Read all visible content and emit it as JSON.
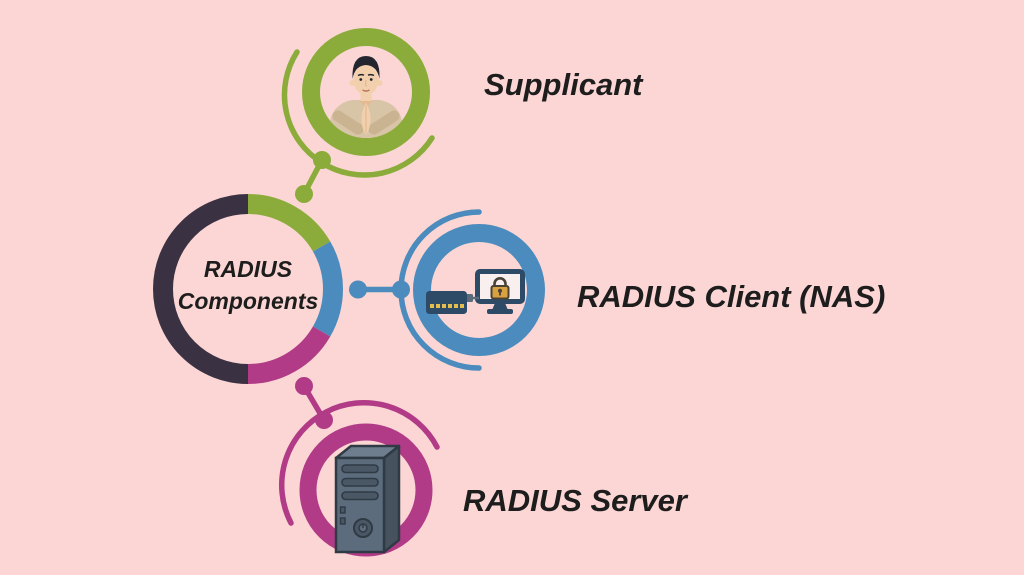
{
  "title": "RADIUS Components",
  "hub": {
    "line1": "RADIUS",
    "line2": "Components"
  },
  "nodes": [
    {
      "id": "supplicant",
      "label": "Supplicant",
      "color": "#8bac3b"
    },
    {
      "id": "radius-client",
      "label": "RADIUS Client (NAS)",
      "color": "#4b8bbd"
    },
    {
      "id": "radius-server",
      "label": "RADIUS Server",
      "color": "#b13b86"
    }
  ],
  "icons": [
    {
      "node": "supplicant",
      "name": "praying-person-icon"
    },
    {
      "node": "radius-client",
      "name": "switch-monitor-padlock-icon"
    },
    {
      "node": "radius-server",
      "name": "server-tower-icon"
    }
  ],
  "colors": {
    "background": "#fbd6d4",
    "text": "#1d1d1d",
    "hub-dark": "#3a3142",
    "green": "#8bac3b",
    "blue": "#4b8bbd",
    "magenta": "#b13b86",
    "skin": "#f2d0ae",
    "skin-shade": "#e3bb92",
    "hair": "#23262e",
    "shirt": "#d8c4a6",
    "shirt-shade": "#c9b391",
    "device-blue": "#2d4a66",
    "screen": "#f8efee",
    "gold": "#d9a13f",
    "port-gold": "#e5bd4e",
    "lock-outline": "#4a4234",
    "cable": "#5b6b7a",
    "server-front": "#5d6c7c",
    "server-side": "#46525e",
    "server-top": "#6e7e8e",
    "server-outline": "#2f3a45",
    "server-slot": "#4a5866"
  }
}
